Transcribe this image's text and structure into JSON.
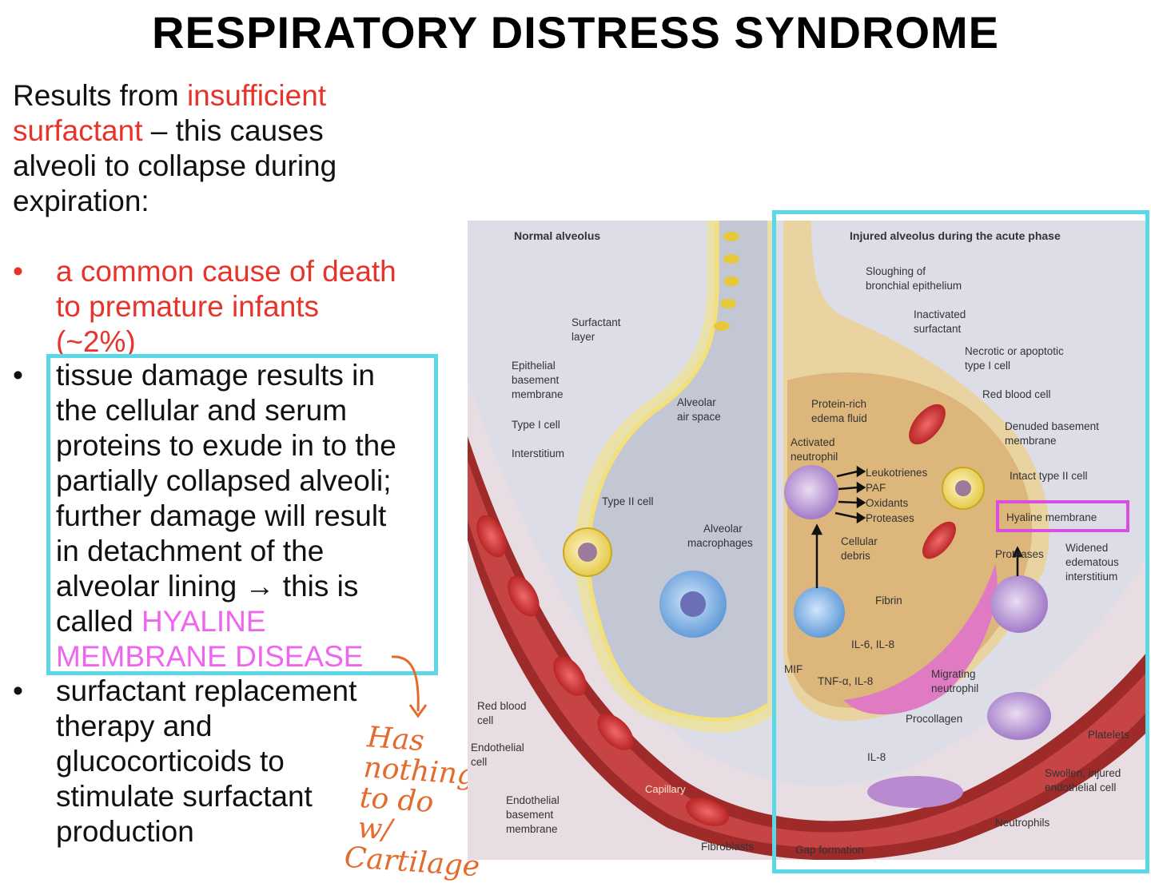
{
  "title": "RESPIRATORY DISTRESS SYNDROME",
  "intro": {
    "part1": "Results from ",
    "highlight": "insufficient surfactant",
    "part2": " – this causes alveoli to collapse during expiration:"
  },
  "bullets": [
    {
      "marker": "•",
      "lines": [
        "a common cause of death",
        "to premature infants",
        "(~2%)"
      ]
    },
    {
      "marker": "•",
      "lines": [
        "tissue damage results in",
        "the cellular and serum",
        "proteins to exude in to the",
        "partially collapsed alveoli;",
        "further damage will result",
        "in detachment of the",
        "alveolar lining → this is"
      ],
      "last_prefix": "called ",
      "last_highlight": "HYALINE",
      "extra_highlight": "MEMBRANE DISEASE"
    },
    {
      "marker": "•",
      "lines": [
        "surfactant replacement",
        "therapy and",
        "glucocorticoids to",
        "stimulate surfactant",
        "production"
      ]
    }
  ],
  "annotation": {
    "lines": [
      "Has",
      "nothing",
      "to do w/",
      "Cartilage"
    ]
  },
  "colors": {
    "accent_red": "#e8332a",
    "highlight_pink": "#ee66ee",
    "box_cyan": "#5ad8e6",
    "box_magenta": "#d94ee0",
    "note_orange": "#e56a2e"
  },
  "figure": {
    "left_title": "Normal alveolus",
    "right_title": "Injured alveolus during the acute phase",
    "labels": {
      "surfactant_layer": [
        "Surfactant",
        "layer"
      ],
      "epithelial_bm": [
        "Epithelial",
        "basement",
        "membrane"
      ],
      "type1": "Type I cell",
      "interstitium": "Interstitium",
      "air_space": [
        "Alveolar",
        "air space"
      ],
      "type2": "Type II cell",
      "macrophages": [
        "Alveolar",
        "macrophages"
      ],
      "rbc": [
        "Red blood",
        "cell"
      ],
      "endothelial": [
        "Endothelial",
        "cell"
      ],
      "endo_bm": [
        "Endothelial",
        "basement",
        "membrane"
      ],
      "capillary": "Capillary",
      "fibroblasts": "Fibroblasts",
      "sloughing": [
        "Sloughing of",
        "bronchial epithelium"
      ],
      "inactivated": [
        "Inactivated",
        "surfactant"
      ],
      "necrotic": [
        "Necrotic or apoptotic",
        "type I cell"
      ],
      "rbc2": "Red blood cell",
      "denuded": [
        "Denuded basement",
        "membrane"
      ],
      "protein_edema": [
        "Protein-rich",
        "edema fluid"
      ],
      "neutrophil_act": [
        "Activated",
        "neutrophil"
      ],
      "mediators": [
        "Leukotrienes",
        "PAF",
        "Oxidants",
        "Proteases"
      ],
      "intact2": "Intact type II cell",
      "hyaline": "Hyaline membrane",
      "debris": [
        "Cellular",
        "debris"
      ],
      "fibrin": "Fibrin",
      "proteases": "Proteases",
      "widened": [
        "Widened",
        "edematous",
        "interstitium"
      ],
      "il": "IL-6, IL-8",
      "mif": "MIF",
      "tnf": "TNF-α, IL-8",
      "migrating": [
        "Migrating",
        "neutrophil"
      ],
      "procollagen": "Procollagen",
      "il8": "IL-8",
      "platelets": "Platelets",
      "swollen": [
        "Swollen, injured",
        "endothelial cell"
      ],
      "neutrophils": "Neutrophils",
      "gap": "Gap formation"
    }
  }
}
